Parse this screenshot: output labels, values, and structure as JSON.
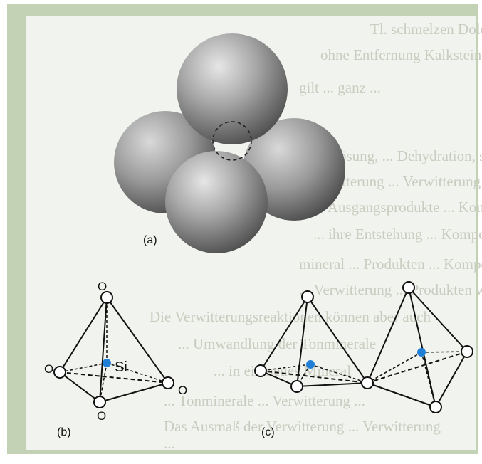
{
  "labels": {
    "panel_a": "(a)",
    "panel_b": "(b)",
    "panel_c": "(c)",
    "silicon": "Si",
    "oxygen": "O"
  },
  "background_text_lines": [
    "Tl. schmelzen Dolomit ...",
    "ohne Entfernung Kalkstein ...",
    "gilt ... ganz ...",
    "tion, Lösung, ... Dehydration, sowie",
    "Verwitterung ... Verwitterung ... Vereinige",
    "... Ausgangsprodukte ... Komponente",
    "... ihre Entstehung ... Komponenten",
    "mineral ... Produkten ... Komponenten ...",
    "... Verwitterung ... Produkten werden der",
    "Die Verwitterungsreaktionen können aber auch",
    "... Umwandlung der Tonminerale",
    "... in ein neues Mineral",
    "... Tonminerale ... Verwitterung ...",
    "Das Ausmaß der Verwitterung ... Verwitterung",
    "..."
  ],
  "colors": {
    "frame_outer": "#c3d2b5",
    "frame_inner": "#ffffff",
    "silicon_dot": "#1f7fd6",
    "sphere_light": "#e4e4e4",
    "sphere_dark": "#4a4a4a"
  }
}
